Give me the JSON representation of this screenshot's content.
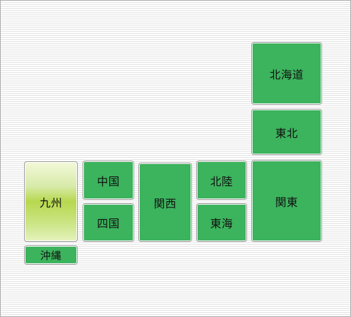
{
  "regions": {
    "hokkaido": "北海道",
    "tohoku": "東北",
    "kanto": "関東",
    "hokuriku": "北陸",
    "tokai": "東海",
    "kansai": "関西",
    "chugoku": "中国",
    "shikoku": "四国",
    "kyushu": "九州",
    "okinawa": "沖縄"
  },
  "selected_region": "kyushu",
  "colors": {
    "region_fill": "#3cb35d",
    "selected_fill": "#b7d84f",
    "label_text": "#111111"
  }
}
